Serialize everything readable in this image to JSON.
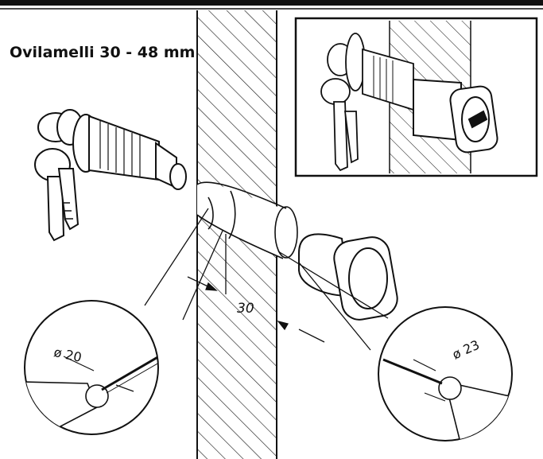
{
  "labels": {
    "title": "Ovilamelli 30 - 48 mm",
    "dimension": "30",
    "drill_left": "ø 20",
    "drill_right": "ø 23"
  },
  "colors": {
    "ink": "#111111",
    "paper": "#ffffff"
  },
  "icons": {
    "keys": "key-bunch-icon",
    "cylinder": "lock-cylinder-icon",
    "bushing": "escutcheon-bushing-icon",
    "drill": "drill-icon"
  }
}
